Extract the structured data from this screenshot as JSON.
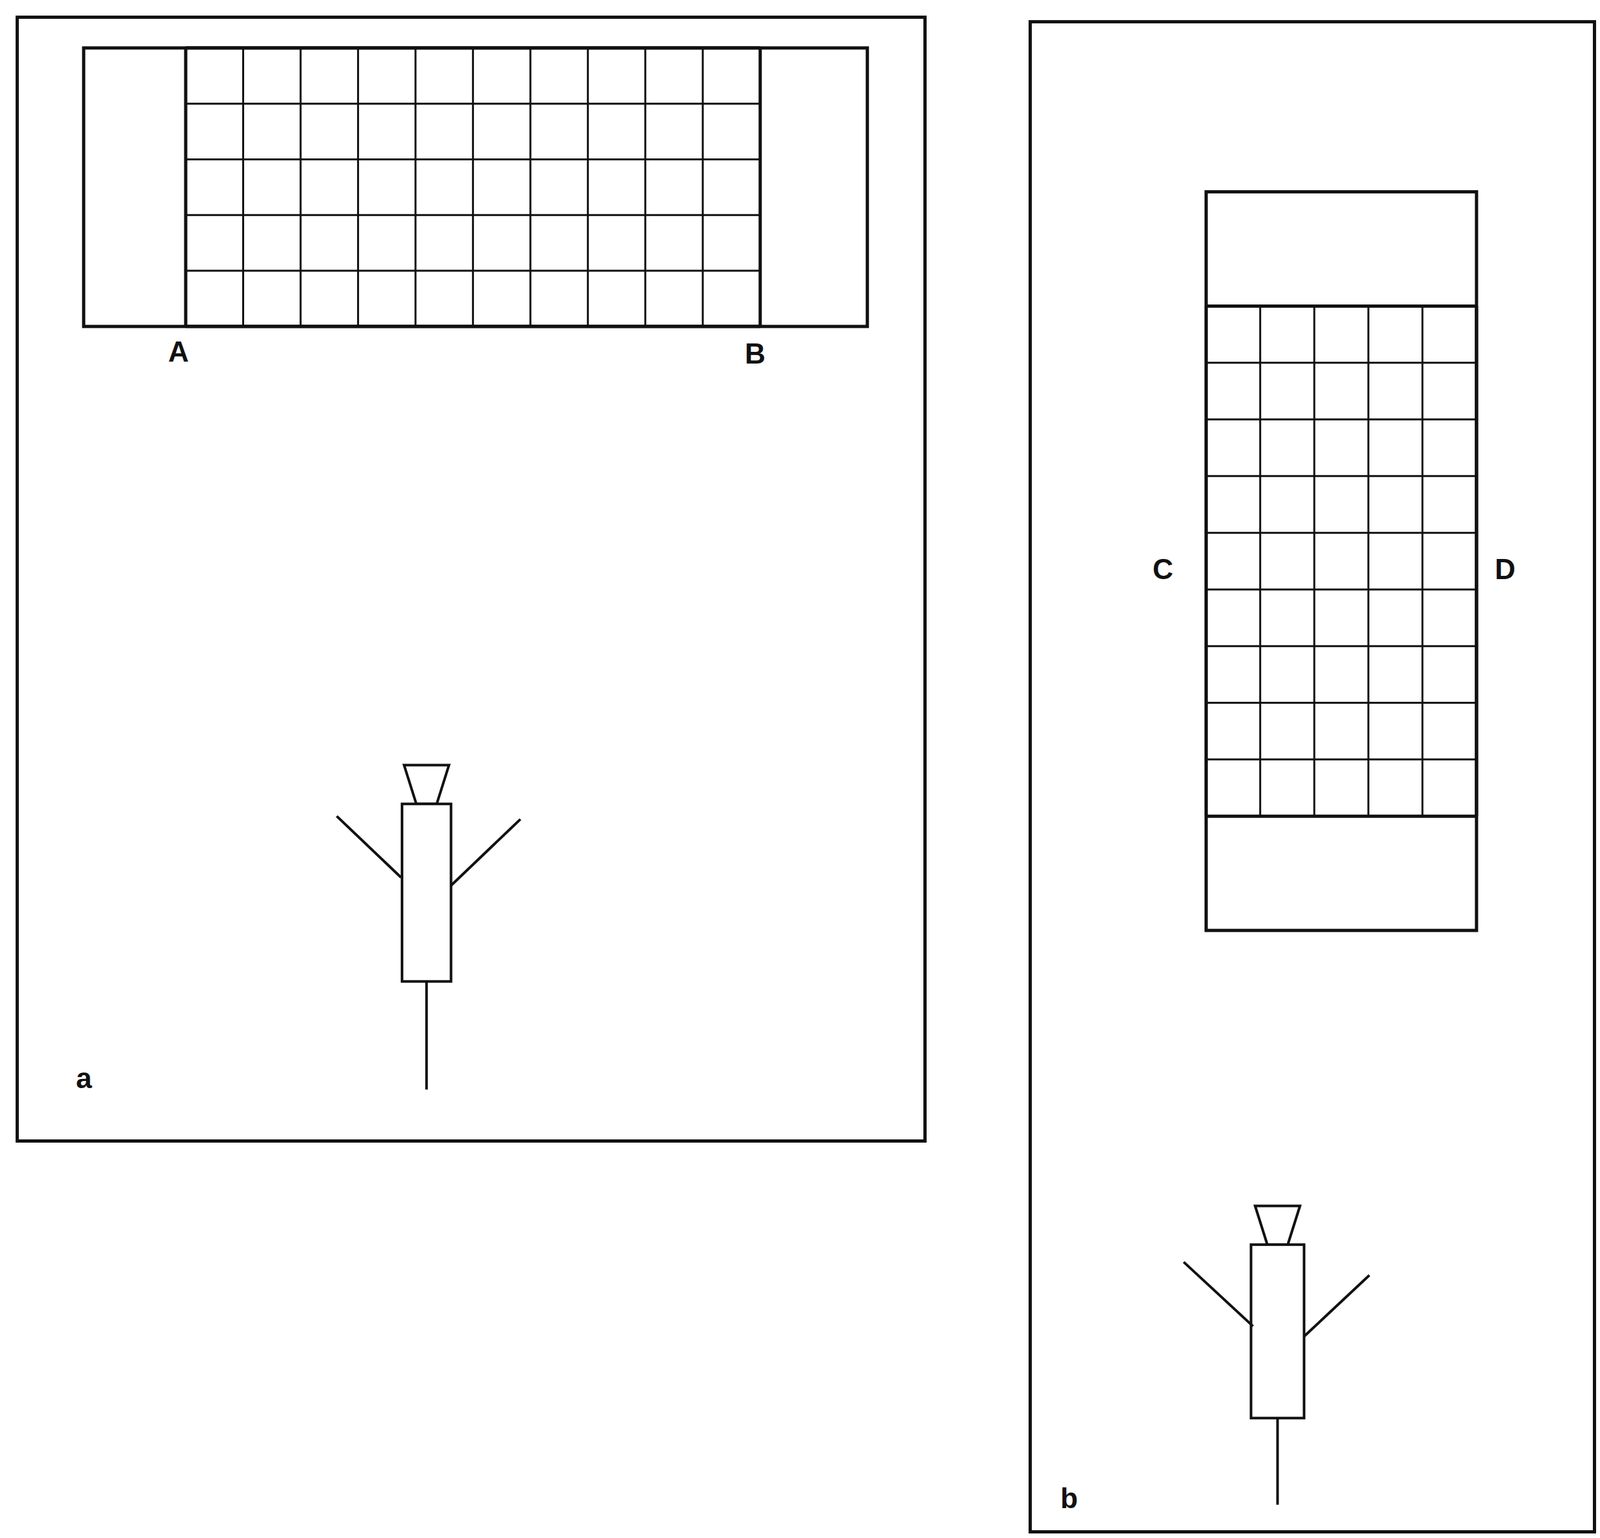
{
  "diagram": {
    "nodes": [
      {
        "text": [
          "a"
        ]
      },
      {
        "text": [
          "b"
        ]
      }
    ],
    "labels": [
      "A",
      "B",
      "C",
      "D"
    ]
  }
}
